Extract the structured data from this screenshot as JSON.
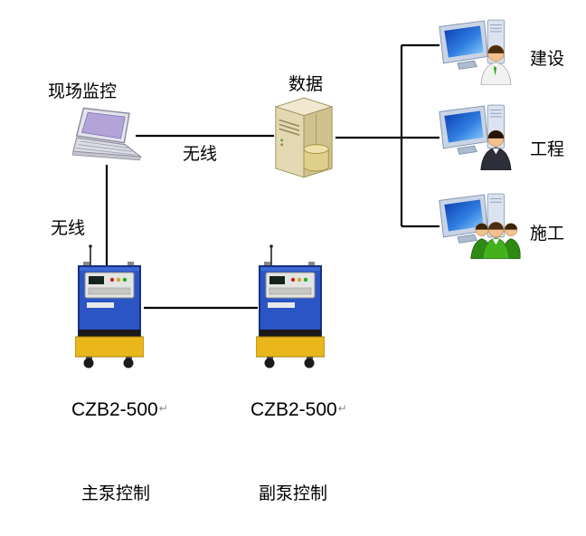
{
  "diagram": {
    "nodes": {
      "monitor": {
        "label": "现场监控",
        "icon": "laptop-icon"
      },
      "server": {
        "label": "数据",
        "icon": "database-server-icon"
      },
      "clients": [
        {
          "label": "建设",
          "icon": "workstation-person-icon"
        },
        {
          "label": "工程",
          "icon": "workstation-suit-person-icon"
        },
        {
          "label": "施工",
          "icon": "workstation-group-icon"
        }
      ],
      "pumps": [
        {
          "model": "CZB2-500",
          "mark": "↵",
          "label": "主泵控制",
          "icon": "pump-controller-icon"
        },
        {
          "model": "CZB2-500",
          "mark": "↵",
          "label": "副泵控制",
          "icon": "pump-controller-icon"
        }
      ]
    },
    "links": {
      "monitor_server": {
        "label": "无线"
      },
      "monitor_pump": {
        "label": "无线"
      }
    },
    "colors": {
      "line": "#000000",
      "machine_body_blue": "#2b55c4",
      "machine_base_yellow": "#e9b71c",
      "screen_blue": "#1550c8",
      "server_beige": "#e2d8b2",
      "laptop_screen_lavender": "#b2a4d6",
      "person_green": "#3aa418",
      "person_suit_dark": "#2e2e3a"
    }
  }
}
